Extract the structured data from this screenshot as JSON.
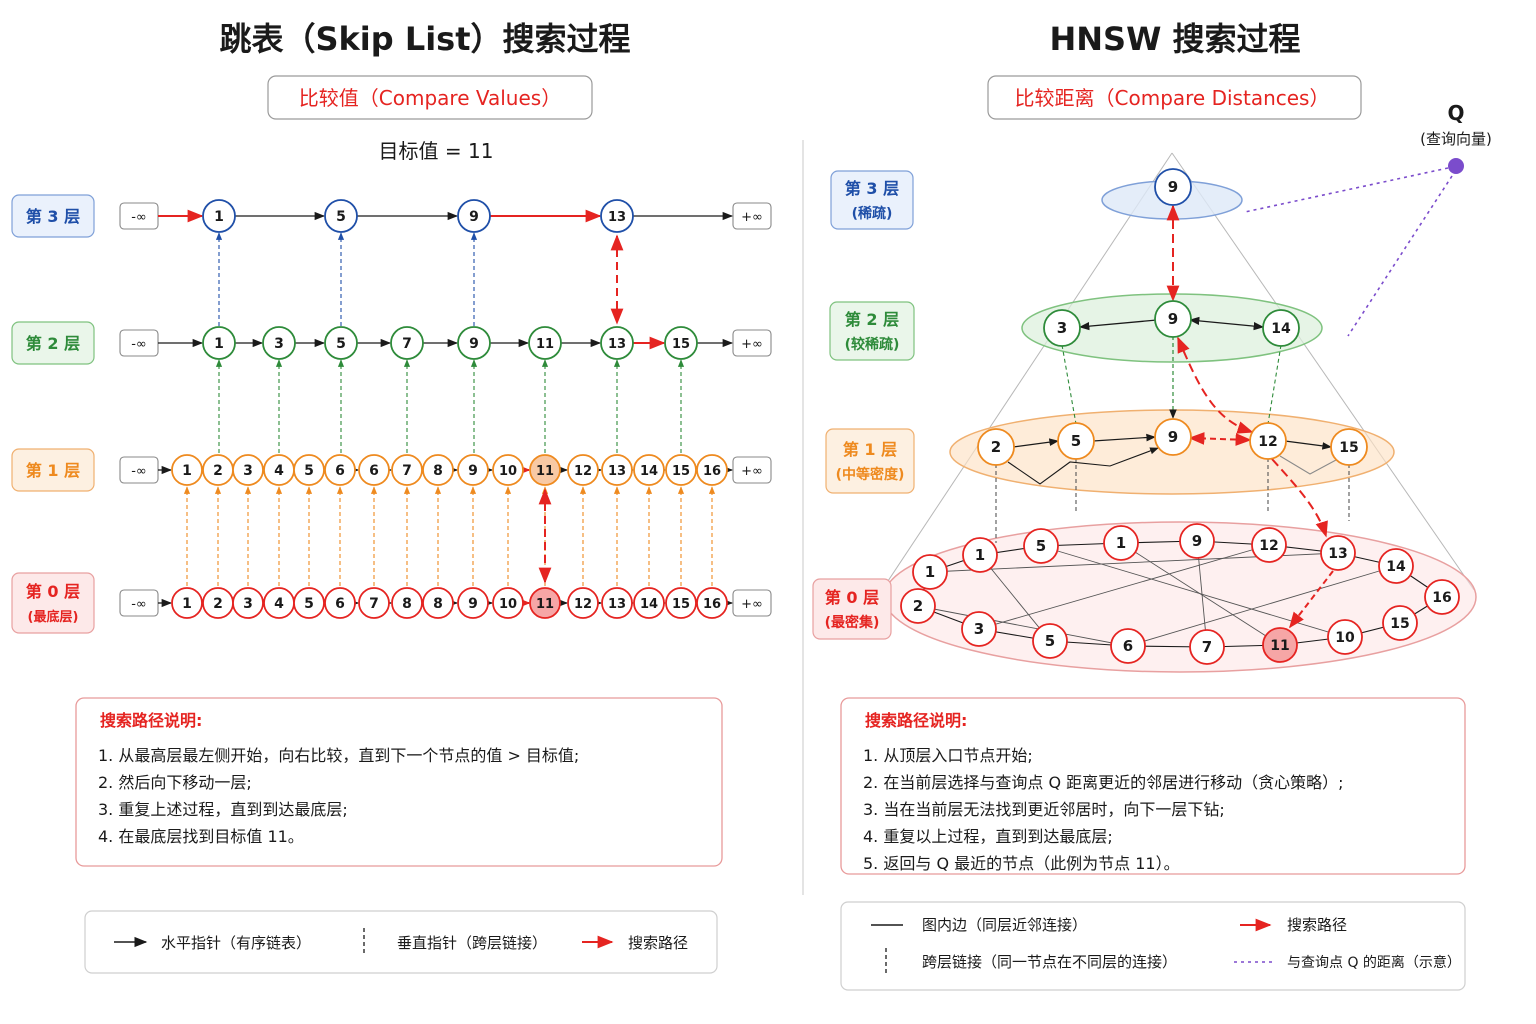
{
  "colors": {
    "blue": "#1f4fa8",
    "green": "#2e8b3a",
    "orange": "#ee8a1f",
    "red": "#e52421",
    "dark": "#1a1a1a",
    "purple": "#7b4ccc"
  },
  "skiplist": {
    "title": "跳表（Skip List）搜索过程",
    "subtitle": "比较值（Compare Values）",
    "target": "目标值 = 11",
    "neg_inf": "-∞",
    "pos_inf": "+∞",
    "layers": [
      {
        "label": "第 3 层",
        "sublabel": "",
        "color": "blue",
        "nodes": [
          "1",
          "5",
          "9",
          "13"
        ]
      },
      {
        "label": "第 2 层",
        "sublabel": "",
        "color": "green",
        "nodes": [
          "1",
          "3",
          "5",
          "7",
          "9",
          "11",
          "13",
          "15"
        ]
      },
      {
        "label": "第 1 层",
        "sublabel": "",
        "color": "orange",
        "nodes": [
          "1",
          "2",
          "3",
          "4",
          "5",
          "6",
          "6",
          "7",
          "8",
          "9",
          "10",
          "11",
          "12",
          "13",
          "14",
          "15",
          "16"
        ],
        "highlight": "11"
      },
      {
        "label": "第 0 层",
        "sublabel": "(最底层)",
        "color": "red",
        "nodes": [
          "1",
          "2",
          "3",
          "4",
          "5",
          "6",
          "7",
          "8",
          "8",
          "9",
          "10",
          "11",
          "12",
          "13",
          "14",
          "15",
          "16"
        ],
        "highlight": "11"
      }
    ],
    "notes_title": "搜索路径说明:",
    "notes": [
      "1. 从最高层最左侧开始，向右比较，直到下一个节点的值 > 目标值;",
      "2. 然后向下移动一层;",
      "3. 重复上述过程，直到到达最底层;",
      "4. 在最底层找到目标值 11。"
    ],
    "legend": [
      "水平指针（有序链表）",
      "垂直指针（跨层链接）",
      "搜索路径"
    ]
  },
  "hnsw": {
    "title": "HNSW 搜索过程",
    "subtitle": "比较距离（Compare Distances）",
    "query_label": "Q",
    "query_sublabel": "(查询向量)",
    "layers": [
      {
        "label": "第 3 层",
        "sublabel": "(稀疏)",
        "color": "blue"
      },
      {
        "label": "第 2 层",
        "sublabel": "(较稀疏)",
        "color": "green"
      },
      {
        "label": "第 1 层",
        "sublabel": "(中等密度)",
        "color": "orange"
      },
      {
        "label": "第 0 层",
        "sublabel": "(最密集)",
        "color": "red"
      }
    ],
    "nodes": {
      "l3": [
        "9"
      ],
      "l2": [
        "3",
        "9",
        "14"
      ],
      "l1": [
        "2",
        "5",
        "9",
        "12",
        "15"
      ],
      "l0": [
        "1",
        "2",
        "3",
        "1",
        "5",
        "1",
        "9",
        "12",
        "13",
        "14",
        "16",
        "15",
        "10",
        "11",
        "7",
        "6",
        "5"
      ]
    },
    "notes_title": "搜索路径说明:",
    "notes": [
      "1. 从顶层入口节点开始;",
      "2. 在当前层选择与查询点 Q 距离更近的邻居进行移动（贪心策略）;",
      "3. 当在当前层无法找到更近邻居时，向下一层下钻;",
      "4. 重复以上过程，直到到达最底层;",
      "5. 返回与 Q 最近的节点（此例为节点 11）。"
    ],
    "legend": [
      "图内边（同层近邻连接）",
      "搜索路径",
      "跨层链接（同一节点在不同层的连接）",
      "与查询点 Q 的距离（示意）"
    ]
  }
}
